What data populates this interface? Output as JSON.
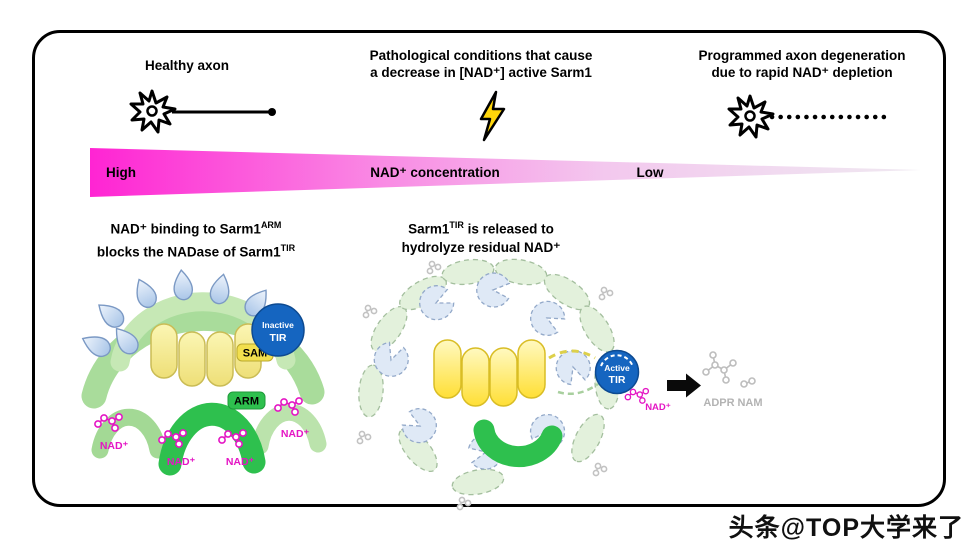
{
  "top": {
    "left_label": "Healthy axon",
    "center_line1": "Pathological conditions that cause",
    "center_line2": "a decrease in [NAD⁺]  active Sarm1",
    "right_line1": "Programmed axon degeneration",
    "right_line2": "due to rapid NAD⁺ depletion"
  },
  "gradient_bar": {
    "high": "High",
    "center": "NAD⁺ concentration",
    "low": "Low"
  },
  "left_panel": {
    "heading_line1_pre": "NAD⁺ binding to Sarm1",
    "heading_line1_sup": "ARM",
    "heading_line2_pre": "blocks the NADase of Sarm1",
    "heading_line2_sup": "TIR",
    "sam_label": "SAM",
    "arm_label": "ARM",
    "tir_state": "Inactive",
    "tir_word": "TIR",
    "nad_label": "NAD⁺"
  },
  "right_panel": {
    "heading_line1_pre": "Sarm1",
    "heading_line1_sup": "TIR",
    "heading_line1_post": " is released to",
    "heading_line2": "hydrolyze residual NAD⁺",
    "tir_state": "Active",
    "tir_word": "TIR",
    "nad_label": "NAD⁺",
    "adpr_label": "ADPR",
    "nam_label": "NAM"
  },
  "colors": {
    "nad": "#e416c4",
    "tir_blue": "#1565c0",
    "bright_green": "#2ec04e",
    "wedge_left": "#ff24d3",
    "wedge_right": "#efe9f1",
    "product_gray": "#b3b3b3",
    "bolt_yellow": "#ffd60a"
  },
  "watermark": "头条@TOP大学来了"
}
